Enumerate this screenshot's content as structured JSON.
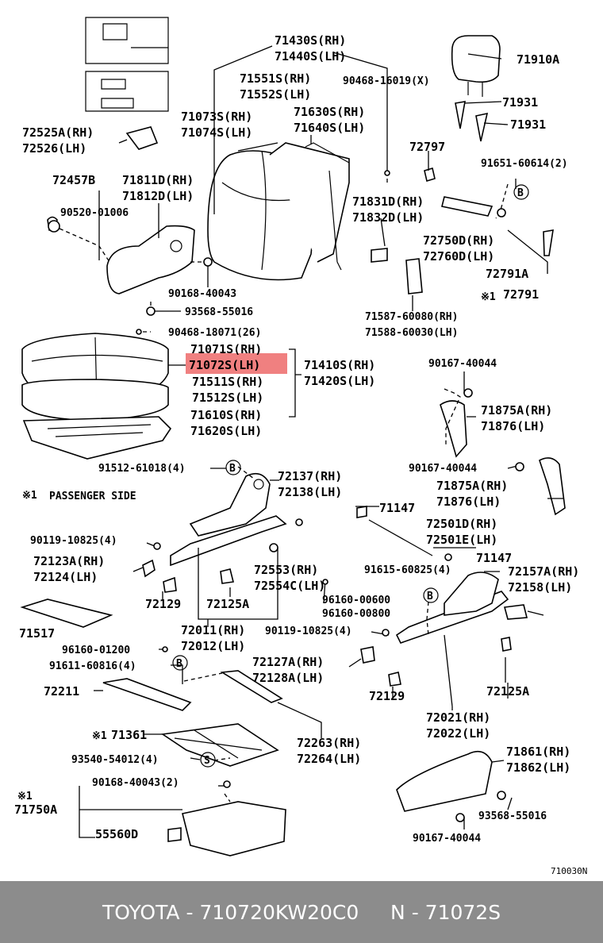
{
  "labels": {
    "p71430": "71430S(RH)",
    "p71440": "71440S(LH)",
    "p71910": "71910A",
    "p71551": "71551S(RH)",
    "p71552": "71552S(LH)",
    "p90468a": "90468-16019(X)",
    "p71931a": "71931",
    "p71931b": "71931",
    "p71073": "71073S(RH)",
    "p71074": "71074S(LH)",
    "p71630": "71630S(RH)",
    "p71640": "71640S(LH)",
    "p72525": "72525A(RH)",
    "p72526": "72526(LH)",
    "p72797": "72797",
    "p91651": "91651-60614(2)",
    "p72457": "72457B",
    "p71811": "71811D(RH)",
    "p71812": "71812D(LH)",
    "p71831": "71831D(RH)",
    "p71832": "71832D(LH)",
    "p90520": "90520-01006",
    "p72750": "72750D(RH)",
    "p72760": "72760D(LH)",
    "p72791a": "72791A",
    "p72791": "72791",
    "p90168a": "90168-40043",
    "p93568a": "93568-55016",
    "p71587": "71587-60080(RH)",
    "p71588": "71588-60030(LH)",
    "p90468b": "90468-18071(26)",
    "p71071": "71071S(RH)",
    "p71072": "71072S(LH)",
    "p71410": "71410S(RH)",
    "p71420": "71420S(LH)",
    "p71511": "71511S(RH)",
    "p71512": "71512S(LH)",
    "p71610": "71610S(RH)",
    "p71620": "71620S(LH)",
    "p90167a": "90167-40044",
    "p71875a": "71875A(RH)",
    "p71876a": "71876(LH)",
    "p91512": "91512-61018(4)",
    "p90167b": "90167-40044",
    "p72137": "72137(RH)",
    "p72138": "72138(LH)",
    "p71875b": "71875A(RH)",
    "p71876b": "71876(LH)",
    "passenger": "PASSENGER SIDE",
    "p71147a": "71147",
    "p72501d": "72501D(RH)",
    "p72501e": "72501E(LH)",
    "p90119a": "90119-10825(4)",
    "p71147b": "71147",
    "p72123": "72123A(RH)",
    "p72124": "72124(LH)",
    "p72553": "72553(RH)",
    "p72554": "72554C(LH)",
    "p91615": "91615-60825(4)",
    "p72157": "72157A(RH)",
    "p72158": "72158(LH)",
    "p96160a": "96160-00600",
    "p96160b": "96160-00800",
    "p72129a": "72129",
    "p72125a": "72125A",
    "p71517": "71517",
    "p72011": "72011(RH)",
    "p72012": "72012(LH)",
    "p90119b": "90119-10825(4)",
    "p96160c": "96160-01200",
    "p91611": "91611-60816(4)",
    "p72127": "72127A(RH)",
    "p72128": "72128A(LH)",
    "p72211": "72211",
    "p72129b": "72129",
    "p72125b": "72125A",
    "p72021": "72021(RH)",
    "p72022": "72022(LH)",
    "p71361": "71361",
    "p72263": "72263(RH)",
    "p72264": "72264(LH)",
    "p93540": "93540-54012(4)",
    "p71861": "71861(RH)",
    "p71862": "71862(LH)",
    "p90168b": "90168-40043(2)",
    "p71750": "71750A",
    "p93568b": "93568-55016",
    "p55560": "55560D",
    "p90167c": "90167-40044",
    "drawing_no": "710030N"
  },
  "marks": {
    "note": "※1",
    "b": "B",
    "s": "S"
  },
  "highlight_color": "#f08080",
  "footer": {
    "brand": "TOYOTA",
    "sep": " - ",
    "part_number": "710720KW20C0",
    "gap": "     ",
    "code": "N - 71072S"
  }
}
